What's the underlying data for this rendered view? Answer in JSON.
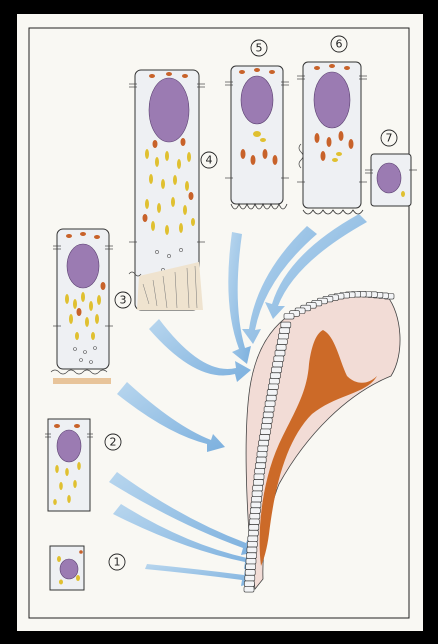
{
  "figure": {
    "stages": [
      {
        "label": "1"
      },
      {
        "label": "2"
      },
      {
        "label": "3"
      },
      {
        "label": "4"
      },
      {
        "label": "5"
      },
      {
        "label": "6"
      },
      {
        "label": "7"
      }
    ]
  },
  "colors": {
    "page_border": "#000000",
    "sheet": "#f9f8f3",
    "cell_cytoplasm": "#eef0f3",
    "nucleus": "#9b7bb2",
    "mitochondria": "#c8622a",
    "golgi_granules": "#e0c030",
    "arrow": "#8bbbe2",
    "dentin": "#cc6a28",
    "pulp_tissue": "#f2dcd6"
  }
}
